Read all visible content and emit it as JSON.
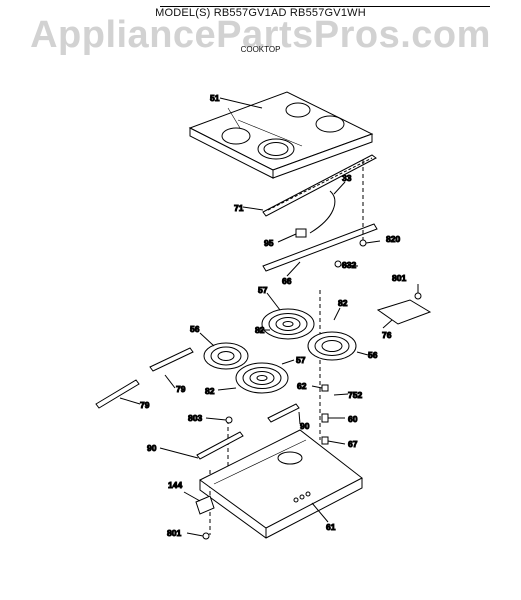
{
  "header": {
    "model_line": "MODEL(S) RB557GV1AD  RB557GV1WH",
    "watermark": "AppliancePartsPros.com",
    "section_title": "COOKTOP"
  },
  "parts": {
    "p51": "51",
    "p33": "33",
    "p71": "71",
    "p95": "95",
    "p820": "820",
    "p66": "66",
    "p832": "832",
    "p801a": "801",
    "p57a": "57",
    "p82a": "82",
    "p56a": "56",
    "p82b": "82",
    "p76": "76",
    "p56b": "56",
    "p79a": "79",
    "p57b": "57",
    "p82c": "82",
    "p62": "62",
    "p752": "752",
    "p79b": "79",
    "p803": "803",
    "p90a": "90",
    "p60": "60",
    "p90b": "90",
    "p67": "67",
    "p144": "144",
    "p61": "61",
    "p801b": "801"
  },
  "colors": {
    "line": "#000000",
    "watermark": "#d2d2d2"
  }
}
